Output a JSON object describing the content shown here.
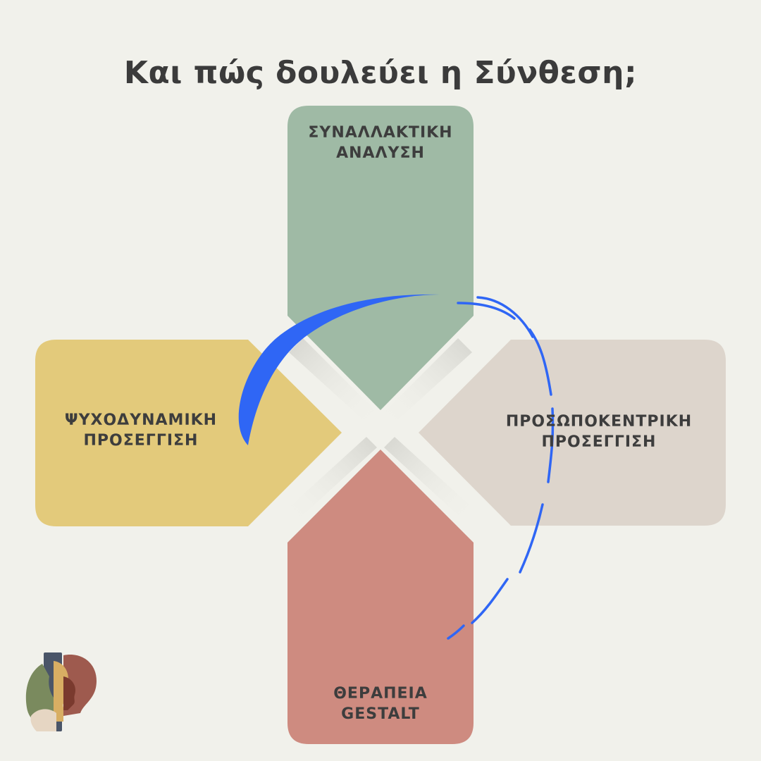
{
  "title": "Και πώς δουλεύει η Σύνθεση;",
  "boxes": {
    "top": {
      "line1": "ΣΥΝΑΛΛΑΚΤΙΚΗ",
      "line2": "ΑΝΑΛΥΣΗ",
      "color": "#9fba a5"
    },
    "left": {
      "line1": "ΨΥΧΟΔΥΝΑΜΙΚΗ",
      "line2": "ΠΡΟΣΕΓΓΙΣΗ",
      "color": "#e3ca7b"
    },
    "right": {
      "line1": "ΠΡΟΣΩΠΟΚΕΝΤΡΙΚΗ",
      "line2": "ΠΡΟΣΕΓΓΙΣΗ",
      "color": "#ddd5cc"
    },
    "bottom": {
      "line1": "ΘΕΡΑΠΕΙΑ",
      "line2": "GESTALT",
      "color": "#ce8b80"
    }
  },
  "accent_color": "#2f66f5",
  "logo_icon": "two-faces-profile-logo"
}
